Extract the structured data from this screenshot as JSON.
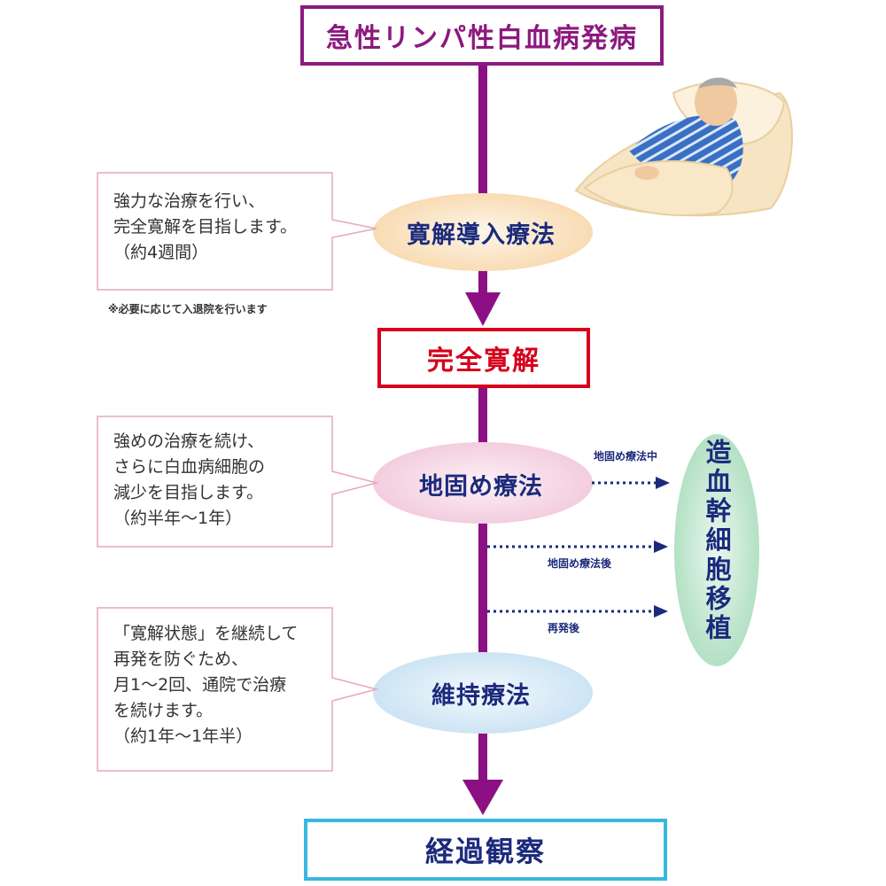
{
  "title": "急性リンパ性白血病発病",
  "induction": {
    "label": "寛解導入療法",
    "note": "強力な治療を行い、\n完全寛解を目指します。\n（約4週間）"
  },
  "footnote": "※必要に応じて入退院を行います",
  "remission": "完全寛解",
  "consolidation": {
    "label": "地固め療法",
    "note": "強めの治療を続け、\nさらに白血病細胞の\n減少を目指します。\n（約半年〜1年）"
  },
  "maintenance": {
    "label": "維持療法",
    "note": "「寛解状態」を継続して\n再発を防ぐため、\n月1〜2回、通院で治療\nを続けます。\n（約1年〜1年半）"
  },
  "followup": "経過観察",
  "transplant": {
    "label": "造血幹細胞移植",
    "arrows": [
      "地固め療法中",
      "地固め療法後",
      "再発後"
    ]
  },
  "colors": {
    "flow_line": "#8c0f84",
    "title_border": "#8c1a7e",
    "remission_border": "#d6001c",
    "followup_border": "#38b8e0",
    "text_navy": "#1b2a7c",
    "induction_oval": "#fbe6c8",
    "consolidation_oval": "#f7dbe8",
    "maintenance_oval": "#dcedf8",
    "transplant_oval": "#bfe6cc",
    "note_border": "#e6a9b9"
  },
  "icons": [
    "patient-in-bed-illustration"
  ]
}
